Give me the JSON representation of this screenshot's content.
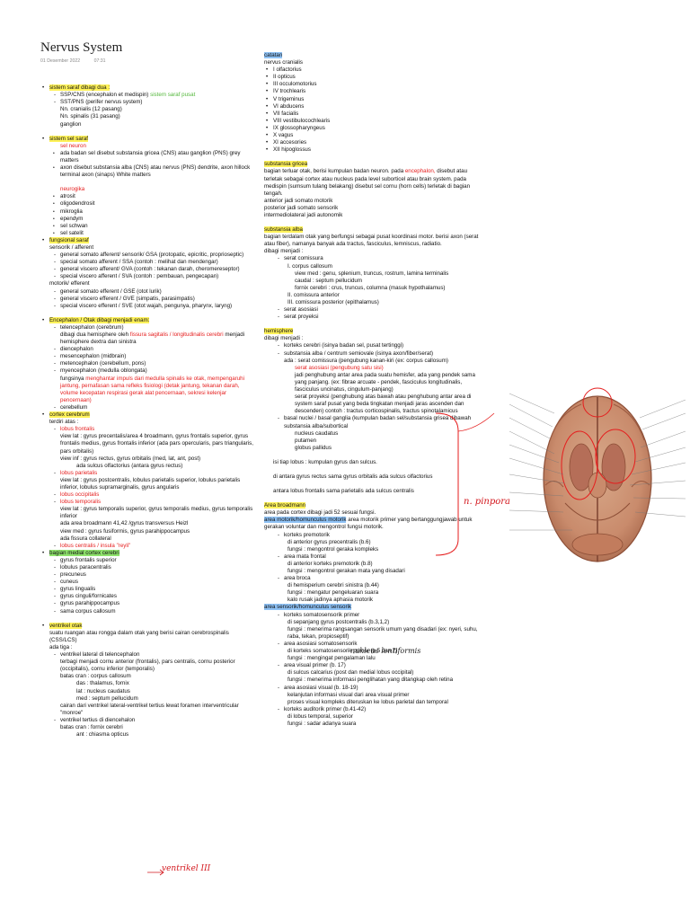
{
  "title": "Nervus System",
  "date": "01 Desember 2022",
  "time": "07:31",
  "left": [
    {
      "b": "b1",
      "t": "sistem saraf dibagi dua :",
      "c": "hl-y"
    },
    {
      "b": "d2",
      "t": "SSP/CNS (encephalon et medispin) ",
      "extra": "sistem saraf pusat",
      "ec": "green"
    },
    {
      "b": "d2",
      "t": "SST/PNS (perifer nervus system)"
    },
    {
      "b": "ind2",
      "t": "Nn. cranialis (12 pasang)"
    },
    {
      "b": "ind2",
      "t": "Nn. spinalis (31 pasang)"
    },
    {
      "b": "ind2",
      "t": "ganglion"
    },
    {
      "b": "gap"
    },
    {
      "b": "b1",
      "t": "sistem sel saraf",
      "c": "hl-y"
    },
    {
      "b": "ind2",
      "t": "sel neuron",
      "c": "red"
    },
    {
      "b": "b2 x",
      "t": "ada badan sel disebut substansia gricea (CNS) atau ganglion (PNS) grey matters"
    },
    {
      "b": "b2 x",
      "t": "axon disebut substansia alba (CNS) atau nervus (PNS) dendrite, axon hillock terminal axon (sinaps) White matters"
    },
    {
      "b": "gap"
    },
    {
      "b": "ind2",
      "t": "neurogika",
      "c": "red"
    },
    {
      "b": "b2 x",
      "t": "atrosit"
    },
    {
      "b": "b2 x",
      "t": "oligodendrosit"
    },
    {
      "b": "b2 x",
      "t": "mikroglia"
    },
    {
      "b": "b2 x",
      "t": "ependym"
    },
    {
      "b": "b2 x",
      "t": "sel schwan"
    },
    {
      "b": "b2 x",
      "t": "sel satelit"
    },
    {
      "b": "b1",
      "t": "fungsional saraf",
      "c": "hl-y"
    },
    {
      "b": "ind1",
      "t": "sensorik / afferent"
    },
    {
      "b": "d2",
      "t": "general somato afferent/ sensorik/ GSA (protopatic, epicritic, proprioseptic)"
    },
    {
      "b": "d2",
      "t": "special somato afferent / SSA (contoh : melihat dan mendengar)"
    },
    {
      "b": "d2",
      "t": "general viscero afferent/ GVA (contoh : tekanan darah, cheromereseptor)"
    },
    {
      "b": "d2",
      "t": "special viscero afferent / SVA (contoh : pembauan, pengecapan)"
    },
    {
      "b": "ind1",
      "t": "motorik/ efferent"
    },
    {
      "b": "d2",
      "t": "general somato efferent / GSE (otot lurik)"
    },
    {
      "b": "d2",
      "t": "general viscero efferent / GVE (simpatis, parasimpatis)"
    },
    {
      "b": "d2",
      "t": "special viscero efferent / SVE (otot wajah, pengunya, pharynx, laryng)"
    },
    {
      "b": "gap"
    },
    {
      "b": "b1",
      "t": "Encephalon / Otak dibagi menjadi enam:",
      "c": "hl-y"
    },
    {
      "b": "d2",
      "t": "telencephalon (cerebrum)"
    },
    {
      "b": "ind2",
      "t": "dibagi dua hemisphere oleh ",
      "extra": "fissura sagitalis / longitudinalis cerebri",
      "ec": "red",
      "tail": " menjadi hemisphere dextra dan sinistra"
    },
    {
      "b": "d2",
      "t": "diencephalon"
    },
    {
      "b": "d2",
      "t": "mesencephalon (midbrain)"
    },
    {
      "b": "d2",
      "t": "metencephalon (cerebellum, pons)"
    },
    {
      "b": "d2",
      "t": "myencephalon (medulla oblongata)"
    },
    {
      "b": "ind2",
      "t": "fungsinya ",
      "extra": "menghantar impuls dari medulla spinalis ke otak, mempengaruhi jantung, pernafasan sama refleks fisiologi (detak jantung, tekanan darah, volume kecepatan respirasi gerak alat pencernaan, sekresi kelenjar pencernaan)",
      "ec": "red"
    },
    {
      "b": "d2",
      "t": "cerebellum"
    },
    {
      "b": "b1",
      "t": "cortex cerebrum",
      "c": "hl-y"
    },
    {
      "b": "ind1",
      "t": "terdiri atas :"
    },
    {
      "b": "d2",
      "t": "lobus frontalis",
      "c": "red"
    },
    {
      "b": "ind2",
      "t": "view lat : gyrus precentalis/area 4 broadmann, gyrus frontalis superior, gyrus frontalis medius, gyrus frontalis inferior (ada pars opercularis, pars triangularis, pars orbitalis)"
    },
    {
      "b": "ind2",
      "t": "view inf : gyrus rectus, gyrus orbitalis (med, lat, ant, post)"
    },
    {
      "b": "ind4",
      "t": "ada sulcus olfactorius (antara gyrus rectus)"
    },
    {
      "b": "d2",
      "t": "lobus parietalis",
      "c": "red"
    },
    {
      "b": "ind2",
      "t": "view lat : gyrus postcentralis, lobulus parietalis superior, lobulus parietalis inferior, lobulus supramarginalis, gyrus angularis"
    },
    {
      "b": "d2",
      "t": "lobus occipitalis",
      "c": "red"
    },
    {
      "b": "d2",
      "t": "lobus temporalis",
      "c": "red"
    },
    {
      "b": "ind2",
      "t": "view lat : gyrus temporalis superior, gyrus temporalis medius, gyrus temporalis inferior"
    },
    {
      "b": "ind2",
      "t": "ada area broadmann 41,42 /gyrus transversus Heizl"
    },
    {
      "b": "ind2",
      "t": "view med : gyrus fusiformis, gyrus parahippocampus"
    },
    {
      "b": "ind2",
      "t": "ada fissura collateral"
    },
    {
      "b": "d2",
      "t": "lobus centralis / insula \"reyli\"",
      "c": "red"
    },
    {
      "b": "b1",
      "t": "bagian medial cortex cerebri",
      "c": "hl-g"
    },
    {
      "b": "d2",
      "t": "gyrus frontalis superior"
    },
    {
      "b": "d2",
      "t": "lobulus paracentralis"
    },
    {
      "b": "d2",
      "t": "precuneus"
    },
    {
      "b": "d2",
      "t": "cuneus"
    },
    {
      "b": "d2",
      "t": "gyrus lingualis"
    },
    {
      "b": "d2",
      "t": "gyrus cinguli/fornicates"
    },
    {
      "b": "d2",
      "t": "gyrus parahippocampus"
    },
    {
      "b": "d2",
      "t": "sama corpus callosum"
    },
    {
      "b": "gap"
    },
    {
      "b": "b1",
      "t": "ventrikel otak",
      "c": "hl-y"
    },
    {
      "b": "ind1",
      "t": "suatu ruangan atau rongga dalam otak yang berisi cairan cerebrospinalis (CSS/LCS)"
    },
    {
      "b": "ind1",
      "t": "ada tiga :"
    },
    {
      "b": "d2",
      "t": "ventrikel lateral di telencephalon"
    },
    {
      "b": "ind2",
      "t": "terbagi menjadi cornu anterior (frontalis), pars centralis, cornu posterior (occipitalis), cornu inferior (temporalis)"
    },
    {
      "b": "ind2",
      "t": "batas cran : corpus callosum"
    },
    {
      "b": "ind4",
      "t": "das    : thalamus, fornix"
    },
    {
      "b": "ind4",
      "t": "lat     : nucleus caudatus"
    },
    {
      "b": "ind4",
      "t": "med   : septum pellucidum"
    },
    {
      "b": "ind2",
      "t": "cairan dari ventrikel lateral-ventrikel tertius lewat foramen interventricular \"monroe\""
    },
    {
      "b": "d2",
      "t": "ventrikel tertius di diencehalon"
    },
    {
      "b": "ind2",
      "t": "batas cran   : fornix cerebri"
    },
    {
      "b": "ind4",
      "t": "ant    : chiasma opticus"
    }
  ],
  "right": [
    {
      "b": "",
      "t": "catatan",
      "c": "hl-b"
    },
    {
      "b": "",
      "t": "nervus cranialis"
    },
    {
      "b": "b1",
      "t": "I olfactorius"
    },
    {
      "b": "b1",
      "t": "II opticus"
    },
    {
      "b": "b1",
      "t": "III occulomotorius"
    },
    {
      "b": "b1",
      "t": "IV trochlearis"
    },
    {
      "b": "b1",
      "t": "V trigeminus"
    },
    {
      "b": "b1",
      "t": "VI abducens"
    },
    {
      "b": "b1",
      "t": "VII facialis"
    },
    {
      "b": "b1",
      "t": "VIII vestibulocochlearis"
    },
    {
      "b": "b1",
      "t": "IX glossopharyngeus"
    },
    {
      "b": "b1",
      "t": "X vagus"
    },
    {
      "b": "b1",
      "t": "XI accesories"
    },
    {
      "b": "b1",
      "t": "XII hipoglossus"
    },
    {
      "b": "gap"
    },
    {
      "b": "",
      "t": "substansia gricea",
      "c": "hl-y"
    },
    {
      "b": "",
      "t": "bagian terluar otak, berisi kumpulan badan neuron. pada ",
      "extra": "encephalon,",
      "ec": "red",
      "tail": " disebut atau terletak sebagai cortex atau nucleus pada level suborticel atau brain system. pada medispin (sumsum tulang belakang) disebut sel cornu (horn cells) terletak di bagian tengah."
    },
    {
      "b": "",
      "t": "anterior jadi somato motorik"
    },
    {
      "b": "",
      "t": "posterior jadi somato sensorik"
    },
    {
      "b": "",
      "t": "intermediolateral jadi autonomik"
    },
    {
      "b": "gap"
    },
    {
      "b": "",
      "t": "substansia alba",
      "c": "hl-y"
    },
    {
      "b": "",
      "t": "bagian terdalam otak yang berfungsi sebagai pusat koordinasi motor. berisi axon (serat atau fiber), namanya banyak ada tractus, fasciculus, lemniscus, radiatio."
    },
    {
      "b": "",
      "t": "dibagi menjadi :"
    },
    {
      "b": "d2 r",
      "t": "serat comissura"
    },
    {
      "b": "r1",
      "t": "I.    corpus callosum"
    },
    {
      "b": "r2",
      "t": "view med : genu, splenium, truncus, rostrum, lamina terminalis"
    },
    {
      "b": "r2",
      "t": "caudal : septum pellucidum"
    },
    {
      "b": "r2",
      "t": "fornix cerebri : crus, truncus, columna (masuk hypothalamus)"
    },
    {
      "b": "r1",
      "t": "II.   comissura anterior"
    },
    {
      "b": "r1",
      "t": "III.  comissura posterior (epithalamus)"
    },
    {
      "b": "d2 r",
      "t": "serat asosiasi"
    },
    {
      "b": "d2 r",
      "t": "serat proyeksi"
    },
    {
      "b": "gap"
    },
    {
      "b": "",
      "t": "hemisphere",
      "c": "hl-y"
    },
    {
      "b": "",
      "t": "dibagi menjadi :"
    },
    {
      "b": "d2 r",
      "t": "korteks cerebri (isinya badan sel, pusat tertinggi)"
    },
    {
      "b": "d2 r",
      "t": "substansia alba / centrum semiovale (isinya axon/fiber/serat)"
    },
    {
      "b": "ind2",
      "t": "ada :  serat comissura (pengubung kanan-kiri (ex: corpus callosum)"
    },
    {
      "b": "r2",
      "t": "serat asosiasi (pengubung satu sisi)",
      "c": "red"
    },
    {
      "b": "r2",
      "t": "jadi penghubung antar area pada suatu hemisfer, ada yang pendek sama yang panjang. (ex: fibrae arcuate - pendek, fasciculus longitudinalis, fasciculus uncinatus, cingulum-panjang)"
    },
    {
      "b": "r2",
      "t": "serat proyeksi (penghubung atas bawah atau penghubung antar area di system saraf pusat yang beda tingkatan menjadi jaras ascenden dan descenden) contoh : tractus corticospinalis, tractus spinotalamicus"
    },
    {
      "b": "d2 r",
      "t": "basal nuclei / basal ganglia (kumpulan badan sel/substansia grisea dibawah substansia alba/subortical"
    },
    {
      "b": "r2",
      "t": "nucleus caudatus"
    },
    {
      "b": "r2",
      "t": "putamen"
    },
    {
      "b": "r2",
      "t": "globus pallidus"
    },
    {
      "b": "gap"
    },
    {
      "b": "ind1",
      "t": "isi tiap lobus : kumpulan gyrus dan sulcus."
    },
    {
      "b": "gap"
    },
    {
      "b": "ind1",
      "t": "di antara gyrus rectus sama gyrus orbitalis ada sulcus olfactorius"
    },
    {
      "b": "gap"
    },
    {
      "b": "ind1",
      "t": "antara lobus frontalis sama parietalis ada sulcus centralis"
    },
    {
      "b": "gap"
    },
    {
      "b": "",
      "t": "Area broadmann",
      "c": "hl-y"
    },
    {
      "b": "",
      "t": "area pada cortex dibagi jadi 52 sesuai fungsi."
    },
    {
      "b": "",
      "t": "area motorik/homunculus motorik",
      "c": "hl-b",
      "tail": " area motorik primer yang bertanggungjawab untuk gerakan voluntar dan mengontrol fungsi motorik."
    },
    {
      "b": "d2 r",
      "t": "korteks premotorik"
    },
    {
      "b": "r1",
      "t": "di anterior gyrus precentralis (b.6)"
    },
    {
      "b": "r1",
      "t": "fungsi : mengontrol geraka kompleks"
    },
    {
      "b": "d2 r",
      "t": "area mata frontal"
    },
    {
      "b": "r1",
      "t": "di anterior korteks premotorik (b.8)"
    },
    {
      "b": "r1",
      "t": "fungsi : mengontrol gerakan mata yang disadari"
    },
    {
      "b": "d2 r",
      "t": "area broca"
    },
    {
      "b": "r1",
      "t": "di hemisperium cerebri sinistra (b.44)"
    },
    {
      "b": "r1",
      "t": "fungsi : mengatur pengeluaran suara"
    },
    {
      "b": "r1",
      "t": "kalo rusak jadinya aphasia motorik"
    },
    {
      "b": "",
      "t": "area sensorik/homunculus sensorik",
      "c": "hl-b"
    },
    {
      "b": "d2 r",
      "t": "korteks somatosensorik primer"
    },
    {
      "b": "r1",
      "t": "di sepanjang gyrus postcentralis (b.3,1,2)"
    },
    {
      "b": "r1",
      "t": "fungsi : menerima rangsangan sensorik umum yang disadari (ex: nyeri, suhu, raba, tekan, propioseptif)"
    },
    {
      "b": "d2 r",
      "t": "area asosiasi somatosensorik"
    },
    {
      "b": "r1",
      "t": "di korteks somatosensorik primer (b.5 dan 7)"
    },
    {
      "b": "r1",
      "t": "fungsi : mengingat pengalaman lalu"
    },
    {
      "b": "d2 r",
      "t": "area visual primer (b. 17)"
    },
    {
      "b": "r1",
      "t": "di sulcus calcarius (post dan medial lobus occipital)"
    },
    {
      "b": "r1",
      "t": "fungsi : menerima informasi penglihatan yang ditangkap oleh retina"
    },
    {
      "b": "d2 r",
      "t": "area asosiasi visual (b. 18-19)"
    },
    {
      "b": "r1",
      "t": "kelanjutan informasi visual dari area visual primer"
    },
    {
      "b": "r1",
      "t": "proses visual kompleks diteruskan ke lobus parietal dan temporal"
    },
    {
      "b": "d2 r",
      "t": "korteks auditorik primer (b.41-42)"
    },
    {
      "b": "r1",
      "t": "di lobus temporal, superior"
    },
    {
      "b": "r1",
      "t": "fungsi : sadar adanya suara"
    }
  ],
  "handwriting": {
    "pinpora": "n. pinpora",
    "nukleus": "nukleus lentiformis",
    "ventrikel": "ventrikel III"
  }
}
